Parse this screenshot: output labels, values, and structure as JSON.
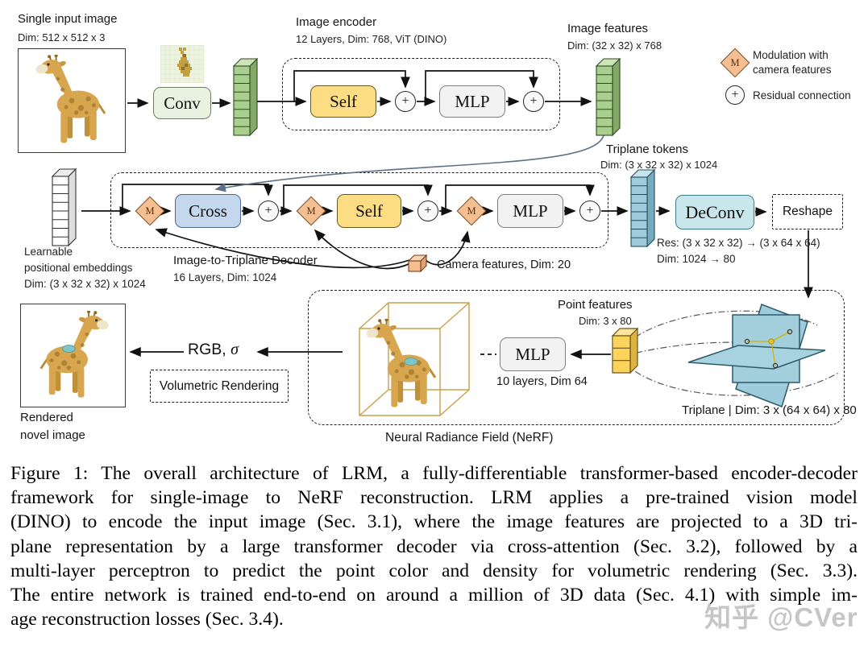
{
  "figure": {
    "input": {
      "title": "Single input image",
      "dim": "Dim: 512 x 512 x 3"
    },
    "conv_label": "Conv",
    "encoder": {
      "title": "Image encoder",
      "subtitle": "12 Layers, Dim: 768, ViT (DINO)",
      "self_label": "Self",
      "mlp_label": "MLP"
    },
    "image_features": {
      "title": "Image features",
      "dim": "Dim: (32 x 32) x 768"
    },
    "legend": {
      "m_symbol": "M",
      "plus_symbol": "+",
      "modulation_label_line1": "Modulation with",
      "modulation_label_line2": "camera features",
      "residual_label": "Residual connection"
    },
    "triplane_tokens": {
      "title": "Triplane tokens",
      "dim": "Dim: (3 x 32 x 32) x 1024"
    },
    "learnable": {
      "line1": "Learnable",
      "line2": "positional embeddings",
      "line3": "Dim: (3 x 32 x 32) x 1024"
    },
    "decoder": {
      "title": "Image-to-Triplane Decoder",
      "subtitle": "16 Layers, Dim: 1024",
      "cross_label": "Cross",
      "self_label": "Self",
      "mlp_label": "MLP"
    },
    "camera_features_label": "Camera features, Dim: 20",
    "deconv": {
      "label": "DeConv",
      "res": "Res: (3 x 32 x 32) → (3 x 64 x 64)",
      "dim": "Dim: 1024 → 80"
    },
    "reshape_label": "Reshape",
    "nerf": {
      "title": "Neural Radiance Field (NeRF)",
      "mlp_label": "MLP",
      "mlp_subtitle": "10 layers, Dim 64"
    },
    "point_features": {
      "title": "Point features",
      "dim": "Dim: 3 x 80"
    },
    "triplane_label": "Triplane | Dim: 3 x (64 x 64) x 80",
    "rgb_label": "RGB,",
    "sigma_symbol": "σ",
    "volumetric_label": "Volumetric Rendering",
    "rendered": {
      "line1": "Rendered",
      "line2": "novel image"
    }
  },
  "caption": {
    "lines": [
      "Figure 1: The overall architecture of LRM, a fully-differentiable transformer-based encoder-decoder",
      "framework for single-image to NeRF reconstruction. LRM applies a pre-trained vision model",
      "(DINO) to encode the input image (Sec. 3.1), where the image features are projected to a 3D tri-",
      "plane representation by a large transformer decoder via cross-attention (Sec. 3.2), followed by a",
      "multi-layer perceptron to predict the point color and density for volumetric rendering (Sec. 3.3).",
      "The entire network is trained end-to-end on around a million of 3D data (Sec. 4.1) with simple im-",
      "age reconstruction losses (Sec. 3.4)."
    ]
  },
  "watermark": "知乎 @CVer",
  "colors": {
    "self_block": "#fcdd84",
    "cross_block": "#c3d8ec",
    "mlp_block": "#f2f2f2",
    "conv_block": "#e9f2e1",
    "deconv_block": "#c9e7ea",
    "modulation_diamond": "#f6bf92",
    "green_tokens": "#a9cf8e",
    "blue_tokens": "#9fccdc",
    "yellow_tokens": "#fcd35b",
    "triplane_plane": "#a3cfdd"
  }
}
